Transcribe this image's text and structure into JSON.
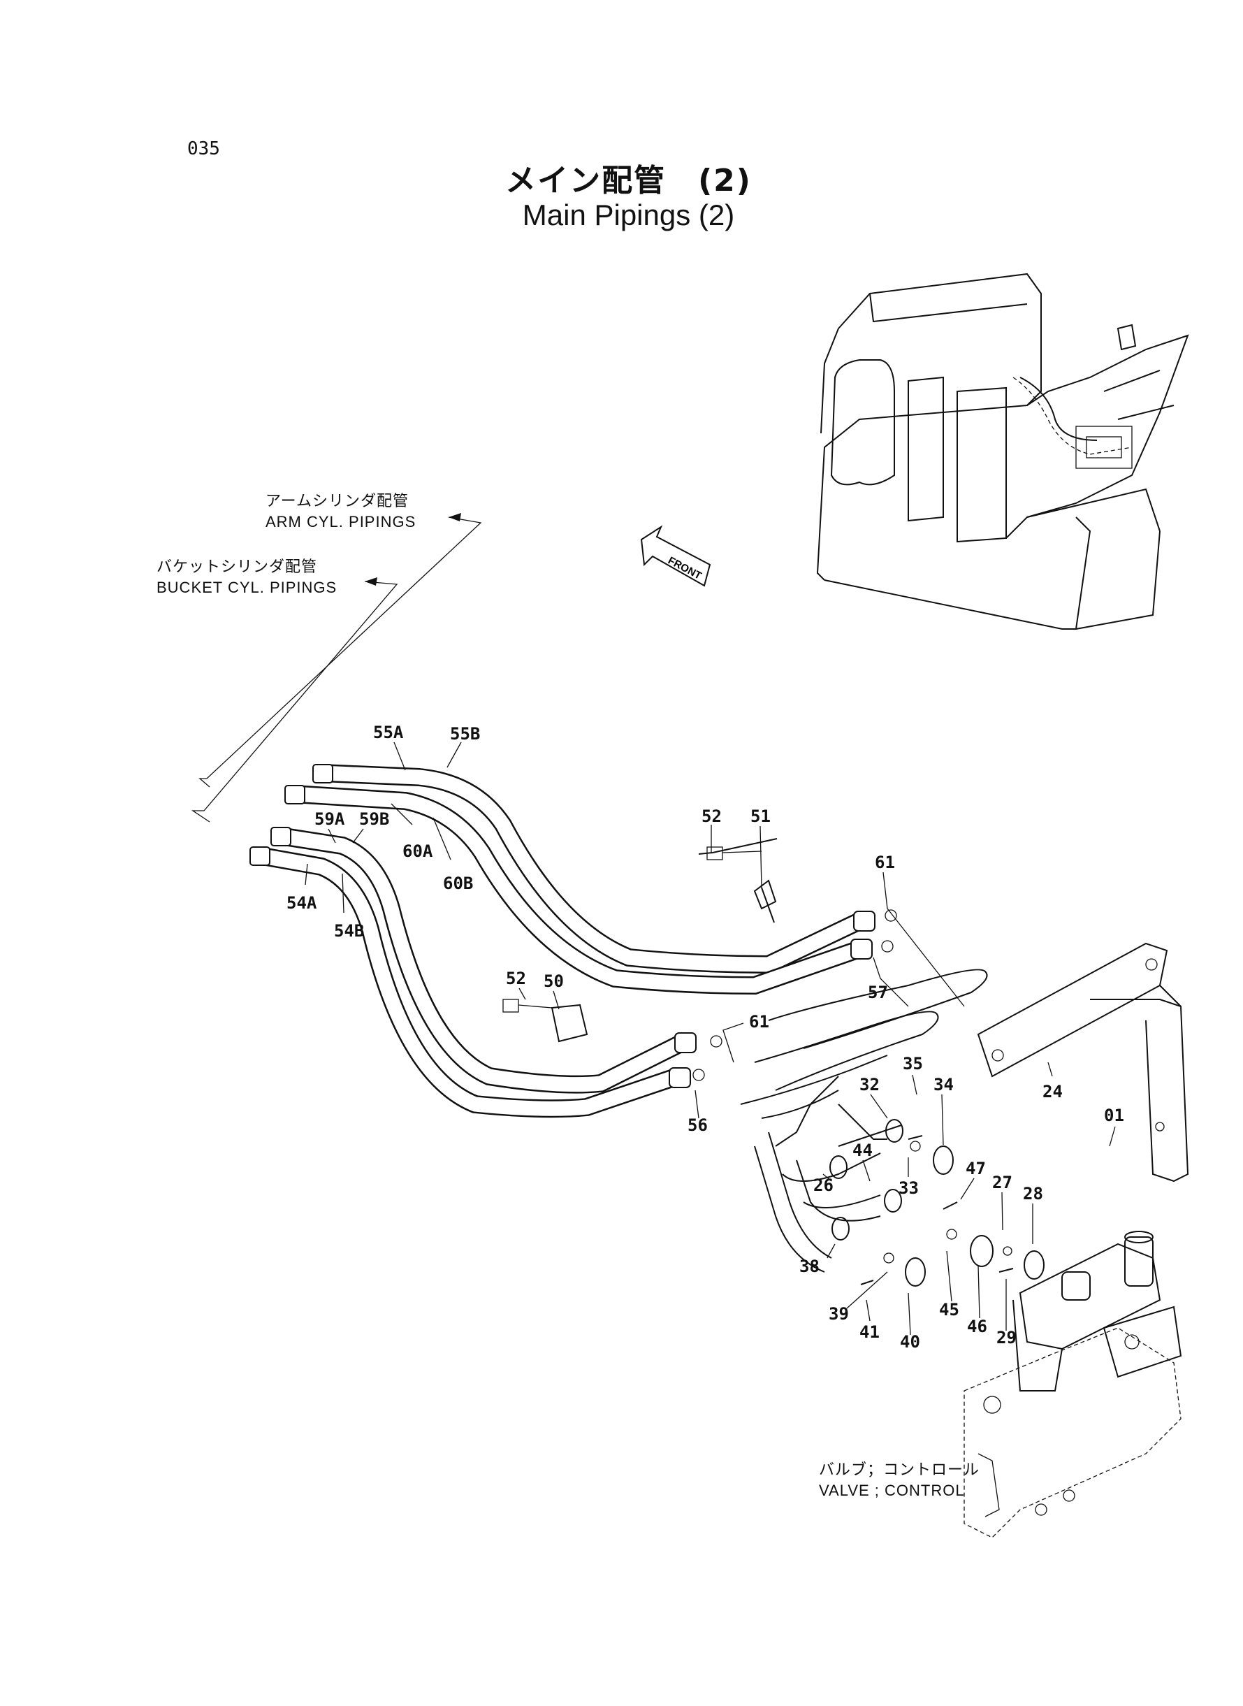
{
  "page_number": "035",
  "title": {
    "ja": "メイン配管　(2)",
    "en": "Main Pipings (2)"
  },
  "callouts": {
    "arm": {
      "ja": "アームシリンダ配管",
      "en": "ARM CYL. PIPINGS"
    },
    "bucket": {
      "ja": "バケットシリンダ配管",
      "en": "BUCKET CYL. PIPINGS"
    },
    "valve": {
      "ja": "バルブ；コントロール",
      "en": "VALVE ; CONTROL"
    }
  },
  "front_arrow": "FRONT",
  "part_labels": [
    "55A",
    "55B",
    "59A",
    "59B",
    "60A",
    "60B",
    "54A",
    "54B",
    "52",
    "51",
    "61",
    "57",
    "52",
    "50",
    "61",
    "56",
    "24",
    "01",
    "35",
    "34",
    "32",
    "44",
    "33",
    "47",
    "26",
    "27",
    "28",
    "38",
    "39",
    "41",
    "40",
    "45",
    "46",
    "29"
  ]
}
